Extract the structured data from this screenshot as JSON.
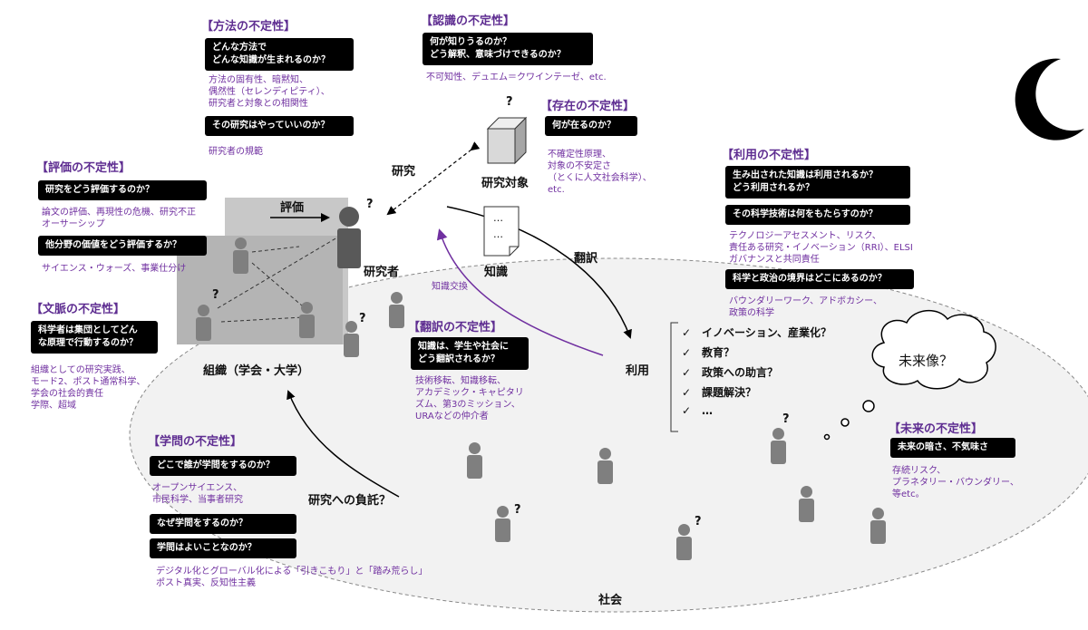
{
  "methods": {
    "title": "【方法の不定性】",
    "q1": "どんな方法で\nどんな知識が生まれるのか？",
    "n1": "方法の固有性、暗黙知、\n偶然性（セレンディピティ）、\n研究者と対象との相関性",
    "q2": "その研究はやっていいのか？",
    "n2": "研究者の規範"
  },
  "recognition": {
    "title": "【認識の不定性】",
    "q1": "何が知りうるのか？\nどう解釈、意味づけできるのか？",
    "n1": "不可知性、デュエム＝クワインテーゼ、etc."
  },
  "existence": {
    "title": "【存在の不定性】",
    "q1": "何が在るのか？",
    "n1": "不確定性原理、\n対象の不安定さ\n（とくに人文社会科学）、\netc."
  },
  "evaluation": {
    "title": "【評価の不定性】",
    "q1": "研究をどう評価するのか？",
    "n1": "論文の評価、再現性の危機、研究不正\nオーサーシップ",
    "q2": "他分野の価値をどう評価するか？",
    "n2": "サイエンス・ウォーズ、事業仕分け"
  },
  "context": {
    "title": "【文脈の不定性】",
    "q1": "科学者は集団としてどん\nな原理で行動するのか？",
    "n1": "組織としての研究実践、\nモード2、ポスト通常科学、\n学会の社会的責任\n学際、超域"
  },
  "usage": {
    "title": "【利用の不定性】",
    "q1": "生み出された知識は利用されるか？\nどう利用されるか？",
    "q2": "その科学技術は何をもたらすのか？",
    "n2": "テクノロジーアセスメント、リスク、\n責任ある研究・イノベーション（RRI）、ELSI\nガバナンスと共同責任",
    "q3": "科学と政治の境界はどこにあるのか？",
    "n3": "バウンダリーワーク、アドボカシー、\n政策の科学"
  },
  "translation": {
    "title": "【翻訳の不定性】",
    "q1": "知識は、学生や社会に\nどう翻訳されるか？",
    "n1": "技術移転、知識移転、\nアカデミック・キャピタリ\nズム、第3のミッション、\nURAなどの仲介者"
  },
  "academia": {
    "title": "【学問の不定性】",
    "q1": "どこで誰が学問をするのか？",
    "n1": "オープンサイエンス、\n市民科学、当事者研究",
    "q2": "なぜ学問をするのか？",
    "q3": "学問はよいことなのか？",
    "n3": "デジタル化とグローバル化による「引きこもり」と「踏み荒らし」\nポスト真実、反知性主義"
  },
  "future": {
    "title": "【未来の不定性】",
    "q1": "未来の暗さ、不気味さ",
    "n1": "存続リスク、\nプラネタリー・バウンダリー、\n等etc。",
    "cloud": "未来像？"
  },
  "labels": {
    "research": "研究",
    "research_object": "研究対象",
    "evaluation": "評価",
    "researcher": "研究者",
    "knowledge": "知識",
    "translate": "翻訳",
    "knowledge_exchange": "知識交換",
    "usage": "利用",
    "organization": "組織（学会・大学）",
    "burden": "研究への負託？",
    "society": "社会",
    "qmark": "?",
    "doc_dots": "…"
  },
  "usage_list": [
    "イノベーション、産業化？",
    "教育？",
    "政策への助言？",
    "課題解決？",
    "…"
  ],
  "check_mark": "✓"
}
